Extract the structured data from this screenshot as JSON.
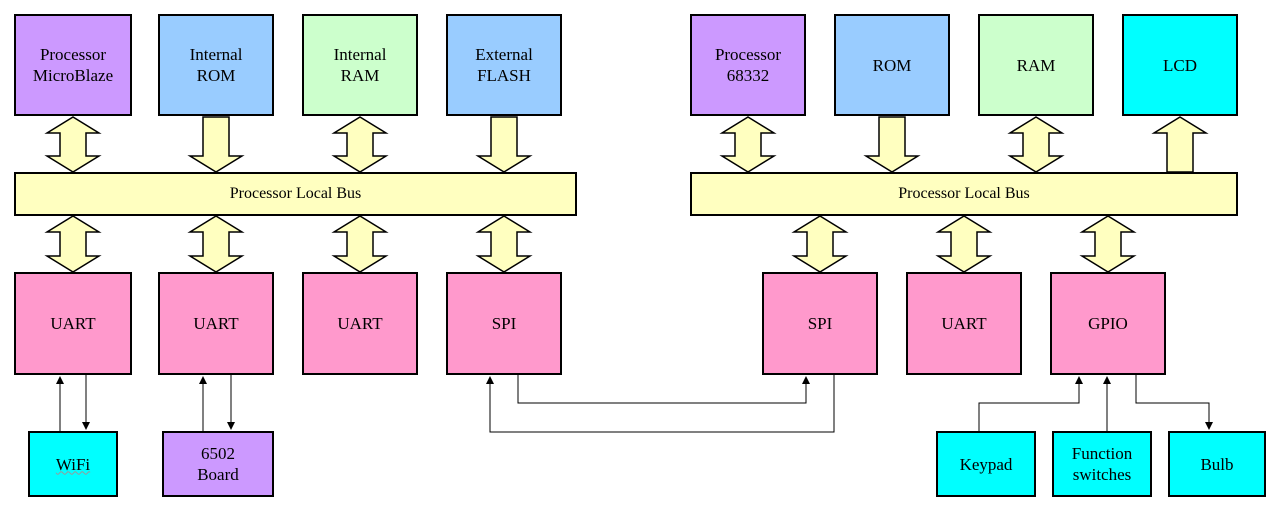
{
  "colors": {
    "processor": "#cc99ff",
    "rom": "#99ccff",
    "ram": "#ccffcc",
    "lcd": "#00ffff",
    "peripheral": "#ff99cc",
    "device_purple": "#cc99ff",
    "device_cyan": "#00ffff",
    "bus": "#ffffc0",
    "arrow_fill": "#ffffc0"
  },
  "left_system": {
    "processor": "Processor\nMicroBlaze",
    "internal_rom": "Internal\nROM",
    "internal_ram": "Internal\nRAM",
    "external_flash": "External\nFLASH",
    "bus": "Processor Local Bus",
    "uart1": "UART",
    "uart2": "UART",
    "uart3": "UART",
    "spi": "SPI",
    "wifi": "WiFi",
    "board_6502": "6502\nBoard"
  },
  "right_system": {
    "processor": "Processor\n68332",
    "rom": "ROM",
    "ram": "RAM",
    "lcd": "LCD",
    "bus": "Processor Local Bus",
    "spi": "SPI",
    "uart": "UART",
    "gpio": "GPIO",
    "keypad": "Keypad",
    "function_switches": "Function\nswitches",
    "bulb": "Bulb"
  }
}
